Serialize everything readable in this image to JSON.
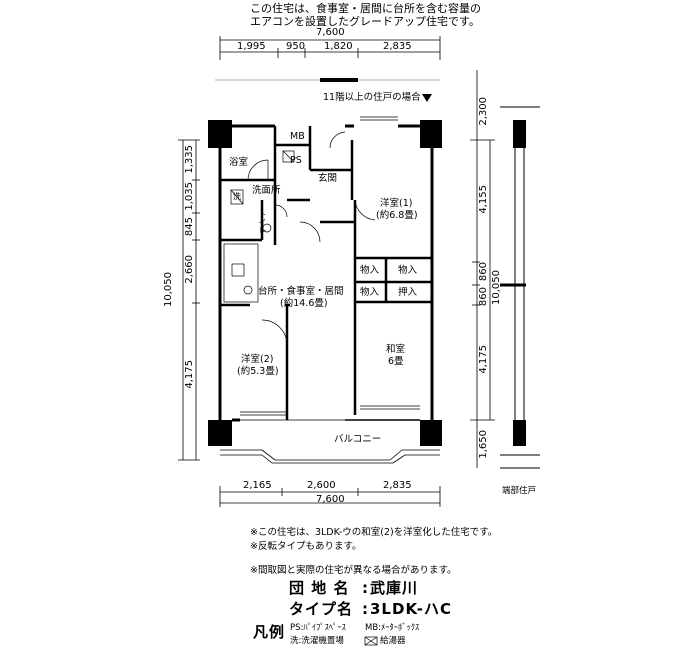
{
  "header_note": [
    "この住宅は、食事室・居間に台所を含む容量の",
    "エアコンを設置したグレードアップ住宅です。"
  ],
  "dimensions": {
    "top_total": "7,600",
    "top": [
      "1,995",
      "950",
      "1,820",
      "2,835"
    ],
    "bottom": [
      "2,165",
      "2,600",
      "2,835"
    ],
    "bottom_total": "7,600",
    "left": [
      "1,335",
      "1,035",
      "845",
      "2,660",
      "4,175"
    ],
    "left_total": "10,050",
    "right": [
      "2,300",
      "4,155",
      "860",
      "860",
      "4,175",
      "1,650"
    ],
    "right_total": "10,050"
  },
  "floor_note": "11階以上の住戸の場合",
  "rooms": {
    "bath": "浴室",
    "mb": "MB",
    "ps": "PS",
    "entrance": "玄関",
    "washroom": "洗面所",
    "washer": "洗",
    "toilet": "トイレ",
    "western1": [
      "洋室(1)",
      "(約6.8畳)"
    ],
    "closet_a": "物入",
    "closet_b": "物入",
    "closet_c": "物入",
    "oshiire": "押入",
    "ldk": [
      "台所・食事室・居間",
      "(約14.6畳)"
    ],
    "western2": [
      "洋室(2)",
      "(約5.3畳)"
    ],
    "japanese": [
      "和室",
      "6畳"
    ],
    "balcony": "バルコニー"
  },
  "end_unit_label": "端部住戸",
  "footnotes": [
    "※この住宅は、3LDK-ウの和室(2)を洋室化した住宅です。",
    "※反転タイプもあります。"
  ],
  "disclaimer": "※間取図と実際の住宅が異なる場合があります。",
  "info": {
    "estate_label": "団 地 名",
    "estate_value": "武庫川",
    "type_label": "タイプ名",
    "type_value": "3LDK-ハC"
  },
  "legend": {
    "title": "凡例",
    "items": [
      "PS:ﾊﾟｲﾌﾟｽﾍﾟｰｽ",
      "MB:ﾒｰﾀｰﾎﾞｯｸｽ",
      "洗:洗濯機置場",
      "給湯器"
    ]
  }
}
